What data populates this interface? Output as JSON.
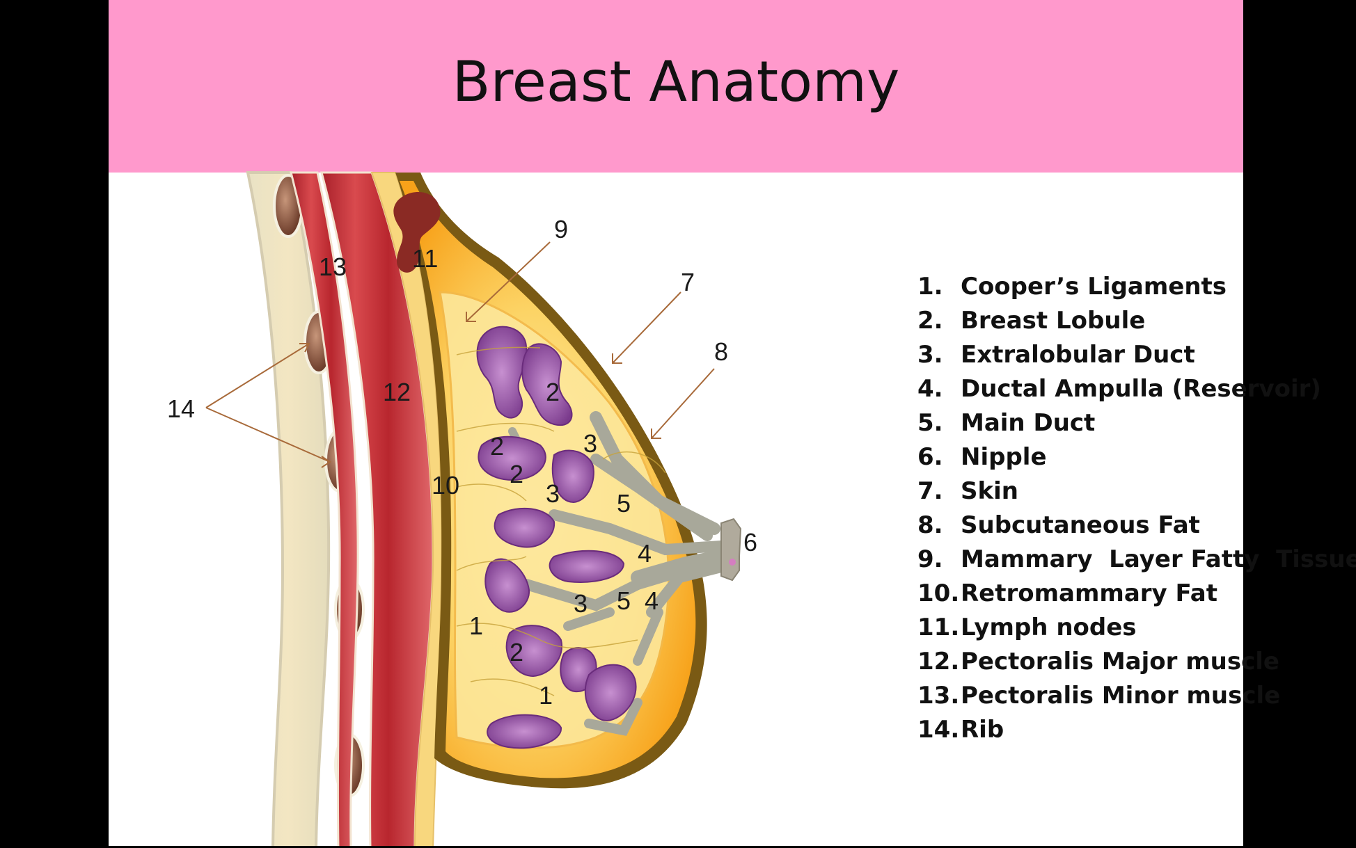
{
  "slide": {
    "title": "Breast Anatomy",
    "colors": {
      "title_bar": "#ff99cc",
      "lobule": "#a260b0",
      "duct": "#a8a89a",
      "fat": "#f7a21a",
      "skin": "#7a5a14",
      "muscle": "#c8323a"
    }
  },
  "diagram_labels": [
    "1",
    "1",
    "2",
    "2",
    "2",
    "2",
    "3",
    "3",
    "3",
    "4",
    "4",
    "5",
    "5",
    "6",
    "7",
    "8",
    "9",
    "10",
    "11",
    "12",
    "13",
    "14"
  ],
  "legend": [
    {
      "num": "1.",
      "text": "Cooper’s Ligaments"
    },
    {
      "num": "2.",
      "text": "Breast Lobule"
    },
    {
      "num": "3.",
      "text": "Extralobular Duct"
    },
    {
      "num": "4.",
      "text": "Ductal Ampulla (Reservoir)"
    },
    {
      "num": "5.",
      "text": "Main Duct"
    },
    {
      "num": "6.",
      "text": "Nipple"
    },
    {
      "num": "7.",
      "text": "Skin"
    },
    {
      "num": "8.",
      "text": "Subcutaneous Fat"
    },
    {
      "num": "9.",
      "text": "Mammary  Layer Fatty  Tissue"
    },
    {
      "num": "10.",
      "text": "Retromammary Fat"
    },
    {
      "num": "11.",
      "text": "Lymph nodes"
    },
    {
      "num": "12.",
      "text": "Pectoralis Major muscle"
    },
    {
      "num": "13.",
      "text": "Pectoralis Minor muscle"
    },
    {
      "num": "14.",
      "text": "Rib"
    }
  ]
}
